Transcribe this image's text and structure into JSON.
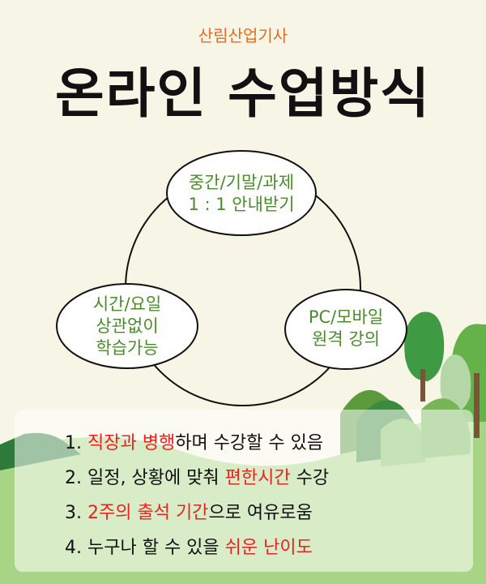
{
  "subtitle": "산림산업기사",
  "title": "온라인 수업방식",
  "bubbles": {
    "top": [
      "중간/기말/과제",
      "1 : 1 안내받기"
    ],
    "left": [
      "시간/요일",
      "상관없이",
      "학습가능"
    ],
    "right": [
      "PC/모바일",
      "원격 강의"
    ]
  },
  "list": [
    {
      "num": "1.",
      "pre": "",
      "hl": "직장과 병행",
      "post": "하며 수강할 수 있음"
    },
    {
      "num": "2.",
      "pre": "일정, 상황에 맞춰 ",
      "hl": "편한시간",
      "post": " 수강"
    },
    {
      "num": "3.",
      "pre": "",
      "hl": "2주의 출석 기간",
      "post": "으로 여유로움"
    },
    {
      "num": "4.",
      "pre": "누구나 할 수 있을 ",
      "hl": "쉬운 난이도",
      "post": ""
    }
  ],
  "colors": {
    "accent": "#e86a22",
    "highlight": "#e8231e",
    "bubble_text": "#4c8a2c"
  }
}
